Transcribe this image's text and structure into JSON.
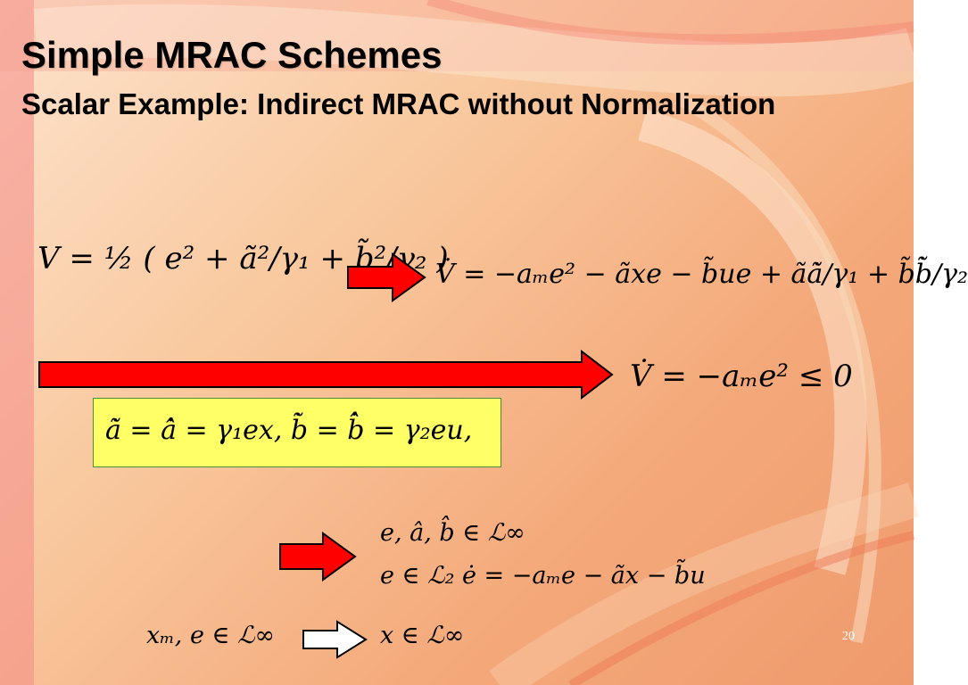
{
  "slide": {
    "title": "Simple MRAC Schemes",
    "subtitle": "Scalar Example: Indirect MRAC without Normalization",
    "page_number": "20"
  },
  "equations": {
    "lyapunov": "V = ½ ( e² + ã²/γ₁ + b̃²/γ₂ )",
    "lyapunov_derivative": "V̇ = −aₘe² − ãxe − b̃ue + ãã̇/γ₁ + b̃b̃̇/γ₂",
    "derivative_result": "V̇ = −aₘe² ≤ 0",
    "update_laws": "ã̇ = â̇ = γ₁ex,    b̃̇ = b̂̇ = γ₂eu,",
    "bounded_signals": "e, â, b̂ ∈ ℒ∞",
    "l2_result": "e ∈ ℒ₂   ė = −aₘe − ãx − b̃u",
    "reference_bounded": "xₘ, e ∈ ℒ∞",
    "state_bounded": "x ∈ ℒ∞"
  },
  "colors": {
    "arrow_fill": "#ff0000",
    "arrow_outline": "#000000",
    "highlight_box": "#ffff66",
    "highlight_border": "#4a8f3a",
    "background": "#f9c99f"
  },
  "icons": {
    "implies_arrow": "right-arrow-icon",
    "outline_arrow": "hollow-right-arrow-icon"
  }
}
